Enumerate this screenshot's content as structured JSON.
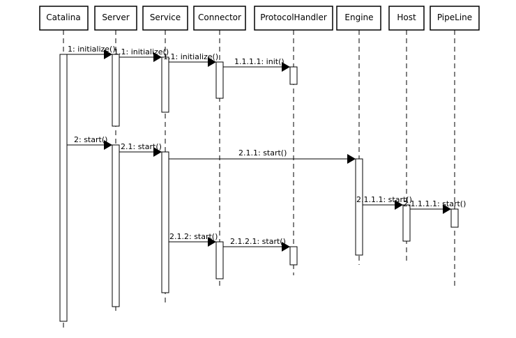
{
  "participants": [
    {
      "id": "catalina",
      "label": "Catalina"
    },
    {
      "id": "server",
      "label": "Server"
    },
    {
      "id": "service",
      "label": "Service"
    },
    {
      "id": "connector",
      "label": "Connector"
    },
    {
      "id": "protocolhandler",
      "label": "ProtocolHandler"
    },
    {
      "id": "engine",
      "label": "Engine"
    },
    {
      "id": "host",
      "label": "Host"
    },
    {
      "id": "pipeline",
      "label": "PipeLine"
    }
  ],
  "messages": [
    {
      "id": "m1",
      "from": "catalina",
      "to": "server",
      "label": "1: initialize()"
    },
    {
      "id": "m1-1",
      "from": "server",
      "to": "service",
      "label": "1.1: initialize()"
    },
    {
      "id": "m1-1-1",
      "from": "service",
      "to": "connector",
      "label": "1.1: initialize()"
    },
    {
      "id": "m1-1-1-1",
      "from": "connector",
      "to": "protocolhandler",
      "label": "1.1.1.1: init()"
    },
    {
      "id": "m2",
      "from": "catalina",
      "to": "server",
      "label": "2: start()"
    },
    {
      "id": "m2-1",
      "from": "server",
      "to": "service",
      "label": "2.1: start()"
    },
    {
      "id": "m2-1-1",
      "from": "service",
      "to": "engine",
      "label": "2.1.1: start()"
    },
    {
      "id": "m2-1-1-1",
      "from": "engine",
      "to": "host",
      "label": "2.1.1.1: start()"
    },
    {
      "id": "m2-1-1-1-1",
      "from": "host",
      "to": "pipeline",
      "label": "2.1.1.1.1: start()"
    },
    {
      "id": "m2-1-2",
      "from": "service",
      "to": "connector",
      "label": "2.1.2: start()"
    },
    {
      "id": "m2-1-2-1",
      "from": "connector",
      "to": "protocolhandler",
      "label": "2.1.2.1: start()"
    }
  ]
}
